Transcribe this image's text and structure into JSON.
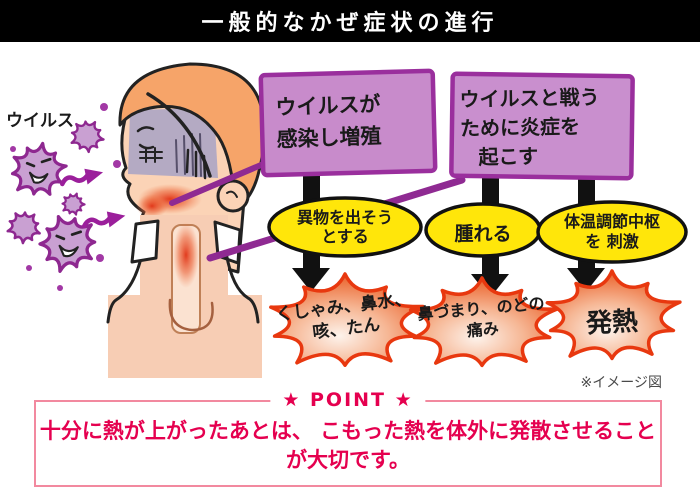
{
  "header": {
    "title": "一般的なかぜ症状の進行"
  },
  "virus_label": "ウイルス",
  "boxes": {
    "box1": {
      "lines": [
        "ウイルスが",
        "感染し増殖"
      ]
    },
    "box2": {
      "lines": [
        "ウイルスと戦う",
        "ために炎症を",
        "起こす"
      ]
    }
  },
  "ovals": {
    "oval1": {
      "lines": [
        "異物を出そう",
        "とする"
      ]
    },
    "oval2": {
      "lines": [
        "腫れる"
      ]
    },
    "oval3": {
      "lines": [
        "体温調節中枢",
        "を 刺激"
      ]
    }
  },
  "bursts": {
    "burst1": {
      "lines": [
        "くしゃみ、鼻水、",
        "咳、たん"
      ]
    },
    "burst2": {
      "lines": [
        "鼻づまり、のどの",
        "痛み"
      ]
    },
    "burst3": {
      "lines": [
        "発熱"
      ]
    }
  },
  "note": "※イメージ図",
  "point": {
    "label": "★ POINT ★",
    "lines": [
      "十分に熱が上がったあとは、",
      "こもった熱を体外に発散させることが大切です。"
    ]
  },
  "colors": {
    "header_bg": "#000000",
    "header_text": "#ffffff",
    "callout_box_fill": "#c88bcb",
    "callout_box_border": "#9a2f9d",
    "oval_fill": "#ffe60a",
    "oval_border": "#111111",
    "burst_border": "#e8380f",
    "burst_fill_dark": "#e2431a",
    "virus_purple": "#8e2890",
    "point_accent": "#e5004f",
    "point_border": "#f2899f",
    "note_gray": "#4a4a4a"
  }
}
